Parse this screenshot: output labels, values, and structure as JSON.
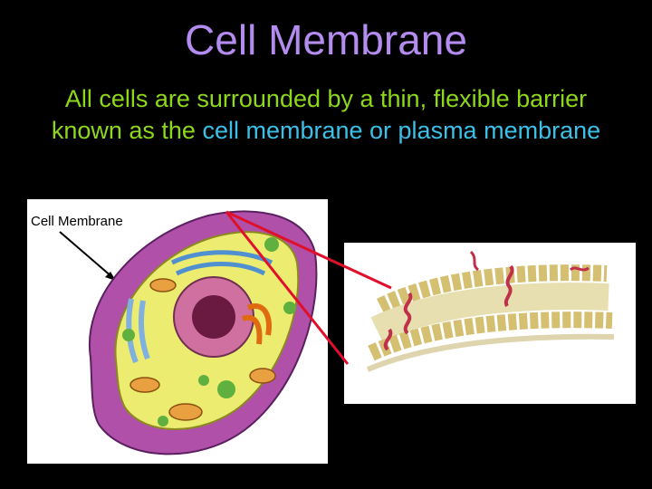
{
  "slide": {
    "title": "Cell Membrane",
    "text_part1": "All cells are surrounded by a thin, flexible barrier known as the ",
    "text_highlight": "cell membrane or plasma membrane"
  },
  "diagram": {
    "cell_label": "Cell Membrane"
  },
  "colors": {
    "title": "#b48cf0",
    "body_text": "#8ed81a",
    "highlight": "#3cc0e8",
    "pointer_lines": "#e0102a"
  }
}
